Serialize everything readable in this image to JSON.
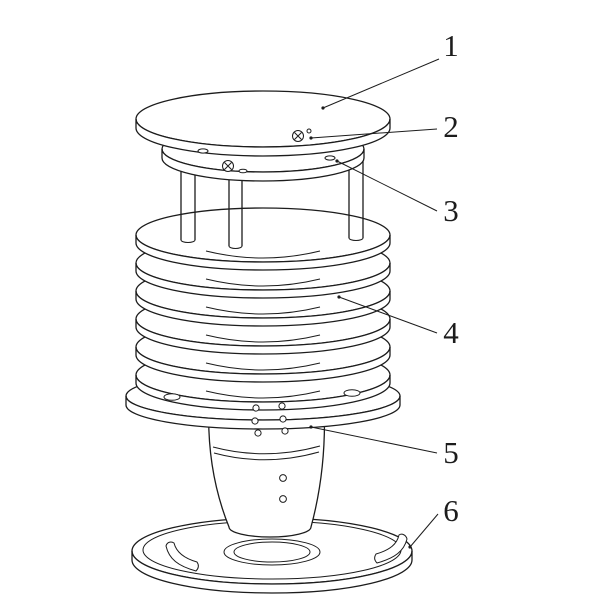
{
  "figure": {
    "callouts": [
      {
        "label": "1"
      },
      {
        "label": "2"
      },
      {
        "label": "3"
      },
      {
        "label": "4"
      },
      {
        "label": "5"
      },
      {
        "label": "6"
      }
    ]
  },
  "colors": {
    "line": "#1c1c1c",
    "background": "#ffffff"
  }
}
